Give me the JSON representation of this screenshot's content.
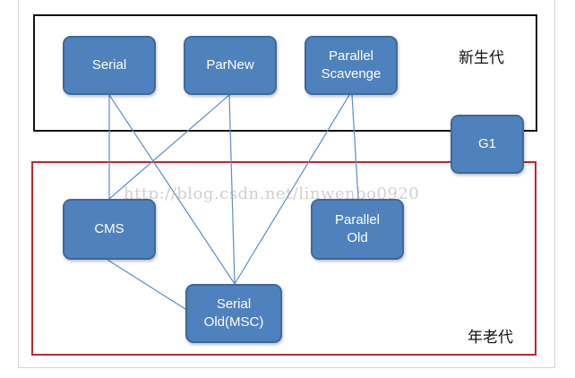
{
  "regions": {
    "young": "新生代",
    "old": "年老代"
  },
  "collectors": {
    "serial": "Serial",
    "parnew": "ParNew",
    "parallel_scavenge": "Parallel\nScavenge",
    "g1": "G1",
    "cms": "CMS",
    "parallel_old": "Parallel\nOld",
    "serial_old": "Serial\nOld(MSC)"
  },
  "watermark": "http://blog.csdn.net/linwenbo0920",
  "colors": {
    "node_fill": "#4f81bd",
    "node_border": "#3b6a9e",
    "link": "#5b8cc6",
    "young_border": "#111111",
    "old_border": "#c0272d"
  }
}
